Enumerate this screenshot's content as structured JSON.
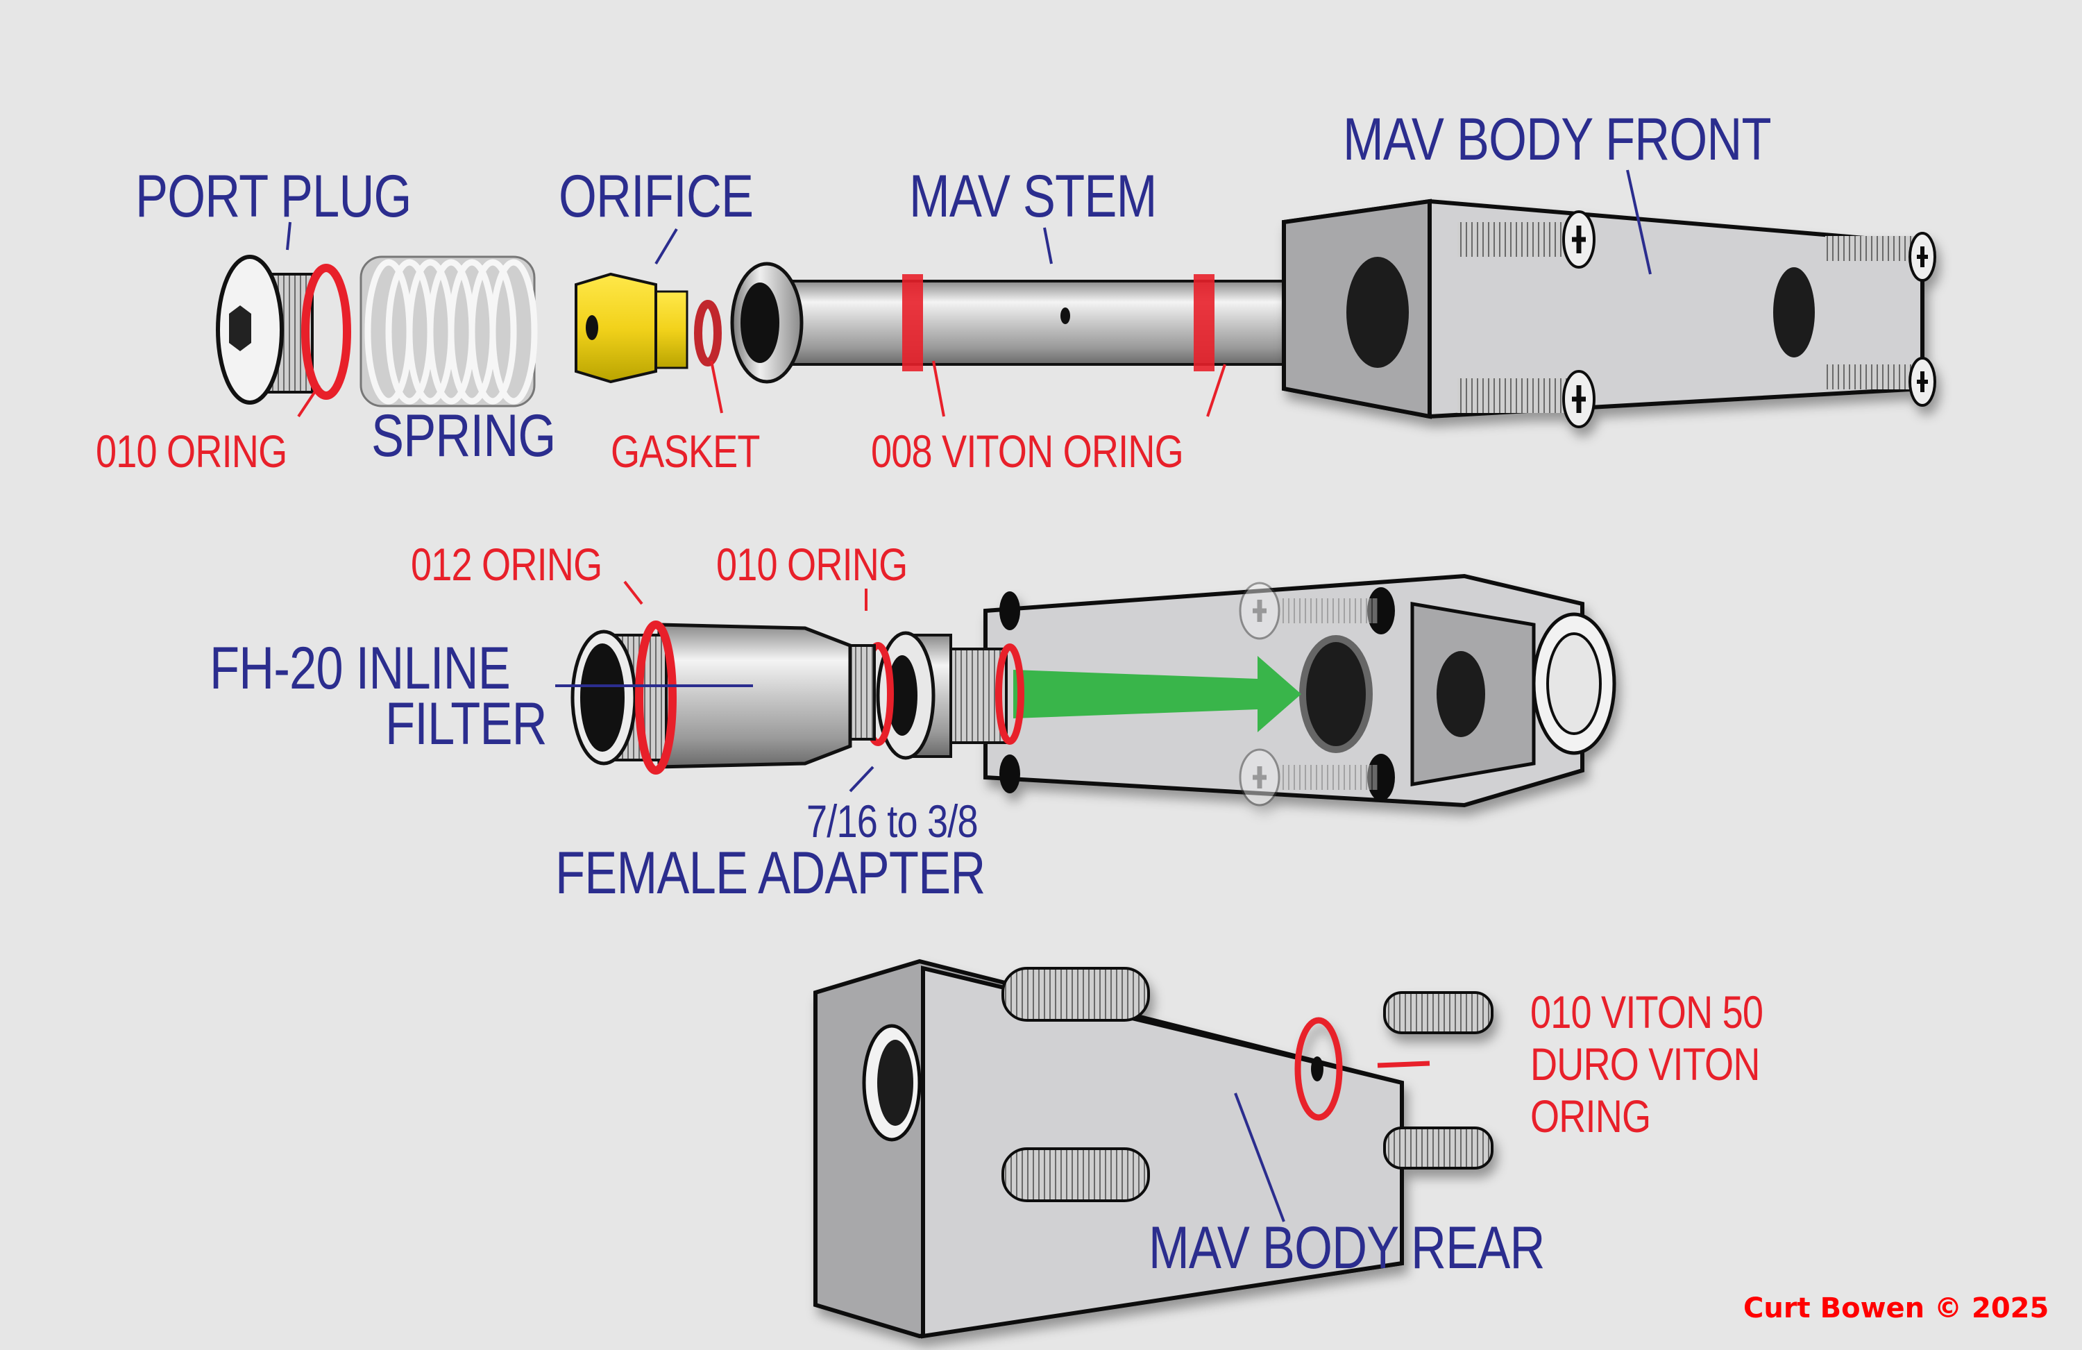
{
  "title": "MAV Assembly Exploded Diagram",
  "colors": {
    "background": "#e6e6e6",
    "part_label": "#2b2d8e",
    "seal_label": "#e8202a",
    "oring": "#e8202a",
    "flow_arrow": "#39b54a",
    "brass_orifice": "#f2d21b",
    "credit": "#ff0000"
  },
  "labels": {
    "port_plug": "PORT PLUG",
    "orifice": "ORIFICE",
    "mav_stem": "MAV STEM",
    "mav_body_front": "MAV BODY FRONT",
    "oring_010_top": "010 ORING",
    "spring": "SPRING",
    "gasket": "GASKET",
    "viton_008": "008 VITON ORING",
    "oring_012": "012 ORING",
    "oring_010_mid": "010 ORING",
    "filter_line1": "FH-20 INLINE",
    "filter_line2": "FILTER",
    "adapter_size": "7/16 to 3/8",
    "adapter_name": "FEMALE ADAPTER",
    "viton50_line1": "010 VITON 50",
    "viton50_line2": "DURO VITON",
    "viton50_line3": "ORING",
    "mav_body_rear": "MAV BODY REAR"
  },
  "credit": "Curt Bowen © 2025",
  "icons": [
    "hex-socket-icon",
    "phillips-screw-icon",
    "flow-arrow-icon",
    "circlip-icon"
  ]
}
